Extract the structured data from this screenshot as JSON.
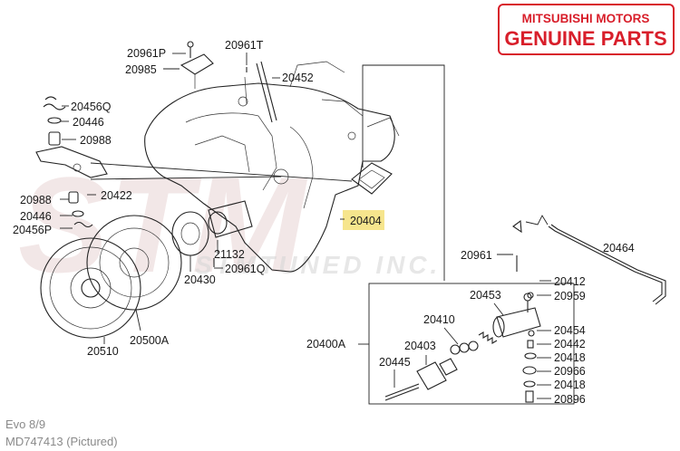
{
  "badge": {
    "line1": "MITSUBISHI MOTORS",
    "line2": "GENUINE PARTS",
    "color": "#d81e2a"
  },
  "watermark": {
    "main": "STM",
    "sub": "STMTUNED INC."
  },
  "highlight": {
    "label": "20404",
    "color": "#f6e58d"
  },
  "parts": [
    "20961P",
    "20985",
    "20961T",
    "20452",
    "20456Q",
    "20446",
    "20988",
    "20988",
    "20422",
    "20446",
    "20456P",
    "21132",
    "20961Q",
    "20430",
    "20510",
    "20500A",
    "20464",
    "20961",
    "20412",
    "20959",
    "20453",
    "20410",
    "20403",
    "20400A",
    "20454",
    "20442",
    "20418",
    "20966",
    "20418",
    "20445",
    "20896"
  ],
  "footer": {
    "model": "Evo 8/9",
    "part_number": "MD747413   (Pictured)"
  }
}
